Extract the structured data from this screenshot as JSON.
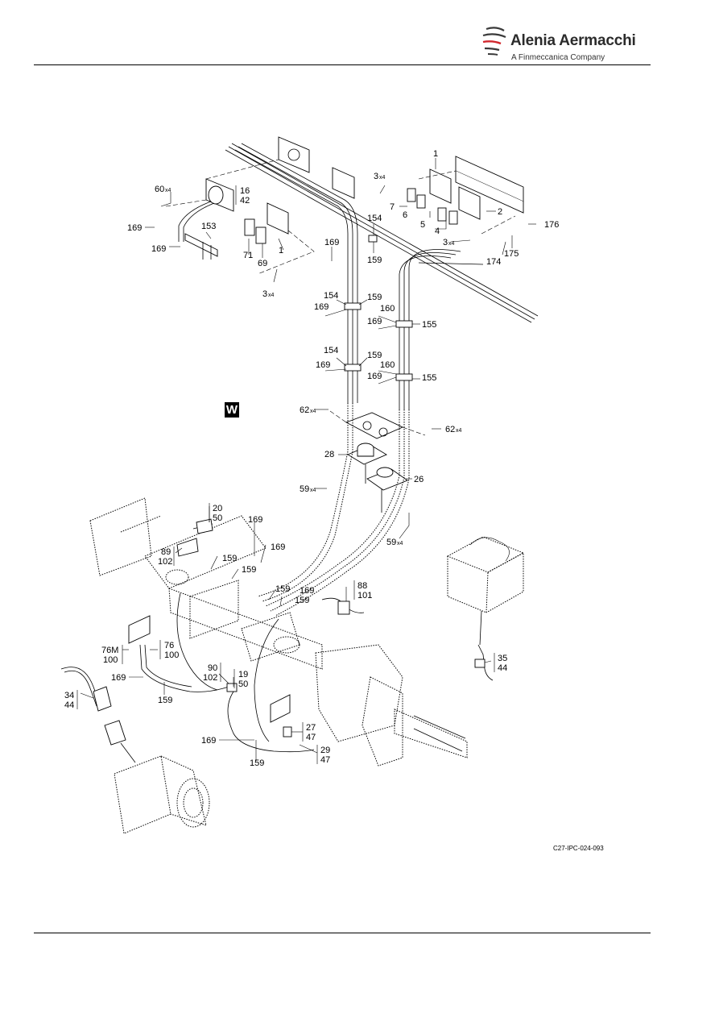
{
  "header": {
    "company_name": "Alenia Aermacchi",
    "company_subtitle": "A Finmeccanica Company",
    "logo_icon": "alenia-swoosh-logo"
  },
  "figure": {
    "code": "C27-IPC-024-093",
    "w_symbol": "W"
  },
  "callouts": {
    "c1_top": "1",
    "c2": "2",
    "c3_top": "3",
    "c3_mid": "3",
    "c3_left": "3",
    "c4": "4",
    "c5": "5",
    "c6": "6",
    "c7": "7",
    "c1_left": "1",
    "c69": "69",
    "c71": "71",
    "c16": "16",
    "c42": "42",
    "c60": "60",
    "c153": "153",
    "c169_a": "169",
    "c169_b": "169",
    "c154_a": "154",
    "c159_a": "159",
    "c169_c": "169",
    "c176": "176",
    "c174": "174",
    "c175": "175",
    "c154_b": "154",
    "c159_b": "159",
    "c169_d": "169",
    "c160_a": "160",
    "c169_e": "169",
    "c155_a": "155",
    "c154_c": "154",
    "c159_c": "159",
    "c169_f": "169",
    "c160_b": "160",
    "c169_g": "169",
    "c155_b": "155",
    "c62_l": "62",
    "c62_r": "62",
    "c28": "28",
    "c26": "26",
    "c59_l": "59",
    "c59_r": "59",
    "c20": "20",
    "c50_a": "50",
    "c169_h": "169",
    "c169_i": "169",
    "c89": "89",
    "c102_a": "102",
    "c159_d": "159",
    "c159_e": "159",
    "c88": "88",
    "c101": "101",
    "c159_f": "159",
    "c169_j": "169",
    "c159_g": "159",
    "c76m": "76M",
    "c100_a": "100",
    "c76": "76",
    "c100_b": "100",
    "c90": "90",
    "c102_b": "102",
    "c19": "19",
    "c50_b": "50",
    "c169_k": "169",
    "c159_h": "159",
    "c34": "34",
    "c44_a": "44",
    "c35": "35",
    "c44_b": "44",
    "c27": "27",
    "c47_a": "47",
    "c29": "29",
    "c47_b": "47",
    "c169_l": "169",
    "c159_i": "159"
  },
  "quantities": {
    "x4": "x4"
  }
}
